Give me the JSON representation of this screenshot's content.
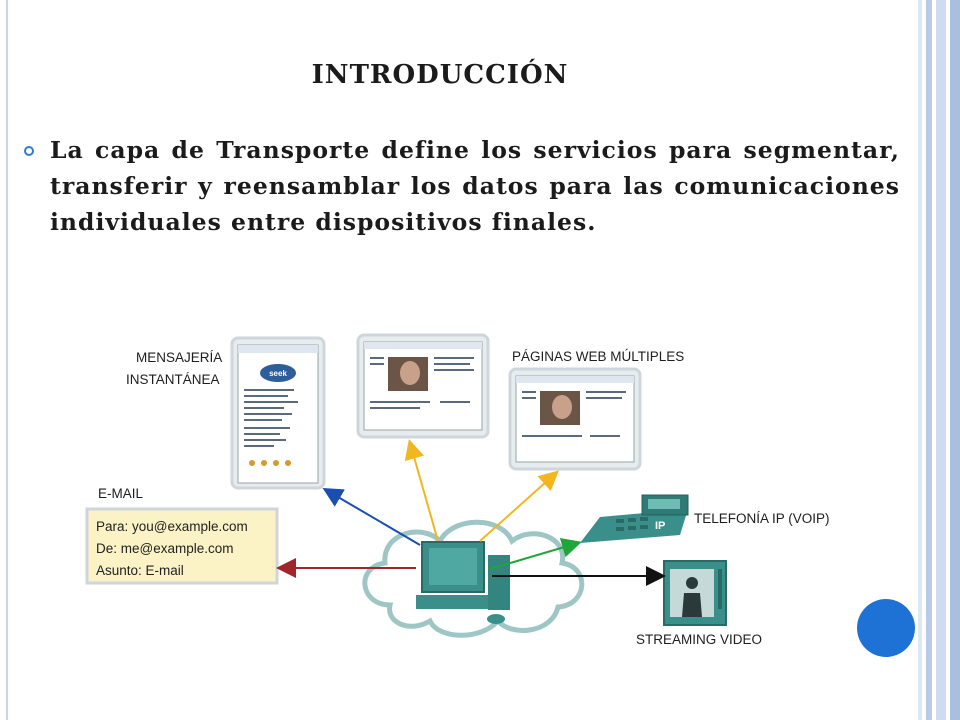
{
  "title": "INTRODUCCIÓN",
  "bullet": "La capa de Transporte define los servicios para segmentar, transferir y reensamblar los datos para las comunicaciones individuales entre dispositivos finales.",
  "diagram": {
    "labels": {
      "im_line1": "MENSAJERÍA",
      "im_line2": "INSTANTÁNEA",
      "web": "PÁGINAS WEB MÚLTIPLES",
      "email": "E-MAIL",
      "voip": "TELEFONÍA IP (VOIP)",
      "video": "STREAMING VIDEO"
    },
    "email_lines": {
      "to": "Para: you@example.com",
      "from": "De: me@example.com",
      "subject": "Asunto: E-mail"
    },
    "phone_badge": "IP",
    "im_logo": "seek"
  },
  "colors": {
    "bullet_ring": "#2f7cd8",
    "circle": "#1e72d6",
    "arrow_blue": "#1a4fb0",
    "arrow_yellow": "#f2b61f",
    "arrow_green": "#1fa53a",
    "arrow_black": "#111111",
    "arrow_red": "#a1252a",
    "device_teal": "#3a8f8a",
    "email_box": "#fbf3c6"
  }
}
